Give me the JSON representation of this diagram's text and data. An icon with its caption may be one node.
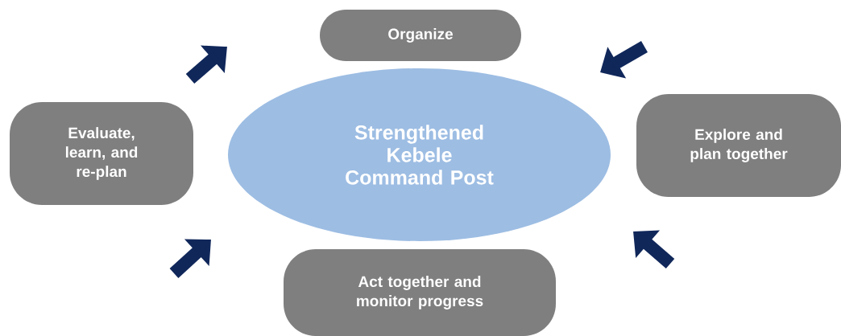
{
  "diagram": {
    "nodes": [
      {
        "text": [
          "Organize"
        ]
      },
      {
        "text": [
          "Evaluate, learn, and re-plan"
        ]
      },
      {
        "text": [
          "Strengthened Kebele Command Post"
        ]
      },
      {
        "text": [
          "Explore and plan together"
        ]
      },
      {
        "text": [
          "Act together and monitor progress"
        ]
      }
    ]
  }
}
